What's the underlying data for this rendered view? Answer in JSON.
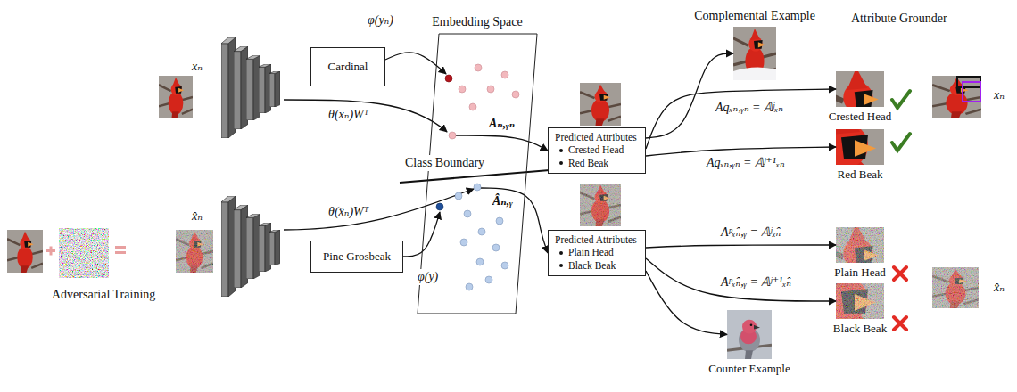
{
  "diagram": {
    "nodes": [
      {
        "text": [
          "Embedding Space"
        ]
      },
      {
        "text": [
          "Cardinal"
        ]
      },
      {
        "text": [
          "Pine Grosbeak"
        ]
      },
      {
        "text": [
          "Predicted Attributes",
          "Crested Head",
          "Red Beak"
        ]
      },
      {
        "text": [
          "Predicted Attributes",
          "Plain Head",
          "Black Beak"
        ]
      },
      {
        "text": [
          "Complemental Example"
        ]
      },
      {
        "text": [
          "Crested Head"
        ]
      },
      {
        "text": [
          "Red Beak"
        ]
      },
      {
        "text": [
          "Plain Head"
        ]
      },
      {
        "text": [
          "Black Beak"
        ]
      },
      {
        "text": [
          "Counter Example"
        ]
      }
    ],
    "edges": [
      {
        "from": 1,
        "to": 0,
        "arrow": "to",
        "label": "φ(yₙ)"
      },
      {
        "from": 2,
        "to": 0,
        "arrow": "to",
        "label": "φ(y)"
      },
      {
        "from": 0,
        "to": 3,
        "arrow": "to",
        "label": "Aₙ,ᵧₙ"
      },
      {
        "from": 0,
        "to": 4,
        "arrow": "to",
        "label": "Âₙ,ᵧ"
      },
      {
        "from": 3,
        "to": 5,
        "arrow": "to"
      },
      {
        "from": 3,
        "to": 6,
        "arrow": "to",
        "label": "Aqₓₙ,ᵧₙ = 𝔸ʲₓₙ"
      },
      {
        "from": 3,
        "to": 7,
        "arrow": "to",
        "label": "Aqₓₙ,ᵧₙ = 𝔸ʲ⁺¹ₓₙ"
      },
      {
        "from": 4,
        "to": 8,
        "arrow": "to",
        "label": "Aᵖₓ̂ₙ,ᵧ = 𝔸ʲₓ̂ₙ"
      },
      {
        "from": 4,
        "to": 9,
        "arrow": "to",
        "label": "Aᵖₓ̂ₙ,ᵧ = 𝔸ʲ⁺¹ₓ̂ₙ"
      },
      {
        "from": 4,
        "to": 10,
        "arrow": "to"
      }
    ],
    "labels": [
      "xₙ",
      "x̂ₙ",
      "θ(xₙ)Wᵀ",
      "θ(x̂ₙ)Wᵀ",
      "Class Boundary",
      "Attribute Grounder",
      "Adversarial Training",
      "xₙ",
      "x̂ₙ"
    ]
  }
}
